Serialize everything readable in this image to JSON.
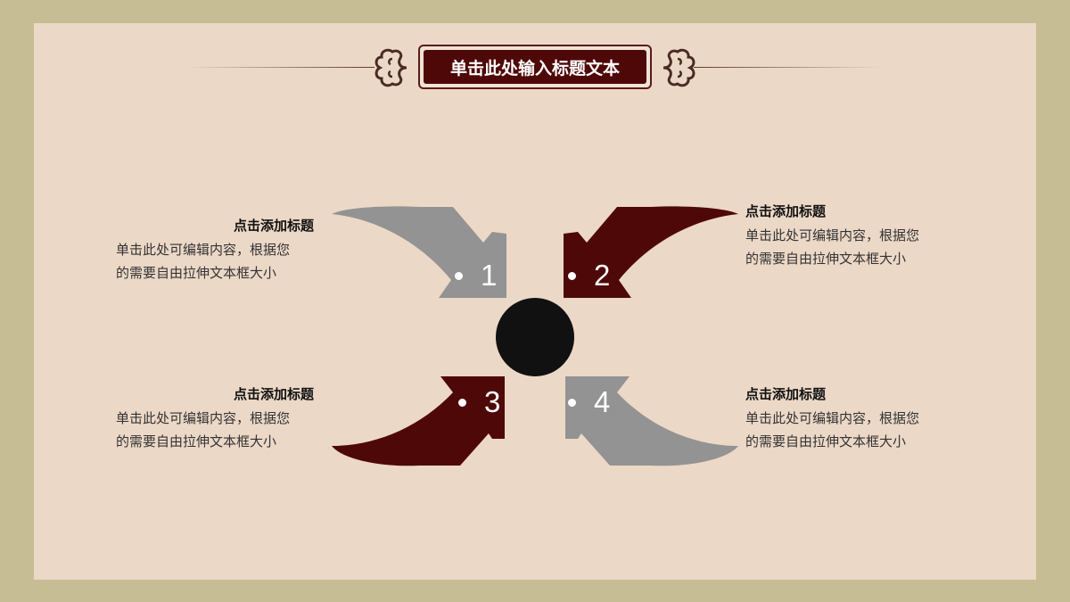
{
  "title": "单击此处输入标题文本",
  "colors": {
    "frame": "#c6bd95",
    "panel": "#ecd8c7",
    "maroon": "#4f0808",
    "gray": "#939393",
    "center": "#111111"
  },
  "items": [
    {
      "number": "1",
      "heading": "点击添加标题",
      "body": "单击此处可编辑内容，根据您的需要自由拉伸文本框大小",
      "body_line1": "单击此处可编辑内容，根据您",
      "body_line2": "的需要自由拉伸文本框大小",
      "color": "gray"
    },
    {
      "number": "2",
      "heading": "点击添加标题",
      "body": "单击此处可编辑内容，根据您的需要自由拉伸文本框大小",
      "body_line1": "单击此处可编辑内容，根据您",
      "body_line2": "的需要自由拉伸文本框大小",
      "color": "maroon"
    },
    {
      "number": "3",
      "heading": "点击添加标题",
      "body": "单击此处可编辑内容，根据您的需要自由拉伸文本框大小",
      "body_line1": "单击此处可编辑内容，根据您",
      "body_line2": "的需要自由拉伸文本框大小",
      "color": "maroon"
    },
    {
      "number": "4",
      "heading": "点击添加标题",
      "body": "单击此处可编辑内容，根据您的需要自由拉伸文本框大小",
      "body_line1": "单击此处可编辑内容，根据您",
      "body_line2": "的需要自由拉伸文本框大小",
      "color": "gray"
    }
  ],
  "chart_data": {
    "type": "diagram",
    "title": "单击此处输入标题文本",
    "categories": [
      "1",
      "2",
      "3",
      "4"
    ],
    "labels": [
      "点击添加标题",
      "点击添加标题",
      "点击添加标题",
      "点击添加标题"
    ]
  }
}
